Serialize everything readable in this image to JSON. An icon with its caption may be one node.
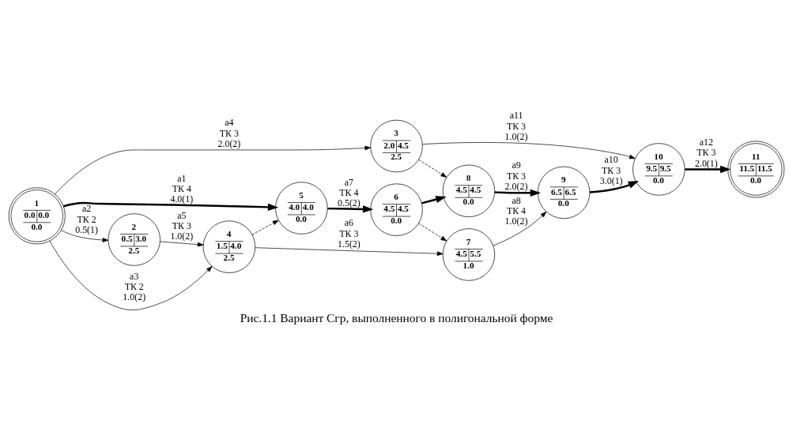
{
  "diagram": {
    "caption": "Рис.1.1 Вариант Сгр, выполненного в полигональной форме",
    "nodes": [
      {
        "text": [
          "1",
          "0.0",
          "0.0",
          "0.0"
        ]
      },
      {
        "text": [
          "2",
          "0.5",
          "3.0",
          "2.5"
        ]
      },
      {
        "text": [
          "3",
          "2.0",
          "4.5",
          "2.5"
        ]
      },
      {
        "text": [
          "4",
          "1.5",
          "4.0",
          "2.5"
        ]
      },
      {
        "text": [
          "5",
          "4.0",
          "4.0",
          "0.0"
        ]
      },
      {
        "text": [
          "6",
          "4.5",
          "4.5",
          "0.0"
        ]
      },
      {
        "text": [
          "7",
          "4.5",
          "5.5",
          "1.0"
        ]
      },
      {
        "text": [
          "8",
          "4.5",
          "4.5",
          "0.0"
        ]
      },
      {
        "text": [
          "9",
          "6.5",
          "6.5",
          "0.0"
        ]
      },
      {
        "text": [
          "10",
          "9.5",
          "9.5",
          "0.0"
        ]
      },
      {
        "text": [
          "11",
          "11.5",
          "11.5",
          "0.0"
        ]
      }
    ],
    "edges": [
      {
        "from": 0,
        "to": 1,
        "arrow": "to",
        "label": "a2 ТК 2 0.5(1)"
      },
      {
        "from": 0,
        "to": 3,
        "arrow": "to",
        "label": "a3 ТК 2 1.0(2)"
      },
      {
        "from": 0,
        "to": 4,
        "arrow": "to",
        "label": "a1 ТК 4 4.0(1)",
        "style": "thick"
      },
      {
        "from": 0,
        "to": 2,
        "arrow": "to",
        "label": "a4 ТК 3 2.0(2)"
      },
      {
        "from": 1,
        "to": 3,
        "arrow": "to",
        "label": "a5 ТК 3 1.0(2)"
      },
      {
        "from": 3,
        "to": 6,
        "arrow": "to",
        "label": "a6 ТК 3 1.5(2)"
      },
      {
        "from": 3,
        "to": 4,
        "arrow": "to",
        "style": "dashed"
      },
      {
        "from": 4,
        "to": 5,
        "arrow": "to",
        "label": "a7 ТК 4 0.5(2)",
        "style": "thick"
      },
      {
        "from": 5,
        "to": 6,
        "arrow": "to",
        "style": "dashed"
      },
      {
        "from": 5,
        "to": 7,
        "arrow": "to",
        "style": "thick"
      },
      {
        "from": 6,
        "to": 8,
        "arrow": "to",
        "label": "a8 ТК 4 1.0(2)"
      },
      {
        "from": 2,
        "to": 7,
        "arrow": "to",
        "style": "dashed"
      },
      {
        "from": 2,
        "to": 9,
        "arrow": "to",
        "label": "a11 ТК 3 1.0(2)"
      },
      {
        "from": 7,
        "to": 8,
        "arrow": "to",
        "label": "a9 ТК 3 2.0(2)",
        "style": "thick"
      },
      {
        "from": 8,
        "to": 9,
        "arrow": "to",
        "label": "a10 ТК 3 3.0(1)",
        "style": "thick"
      },
      {
        "from": 9,
        "to": 10,
        "arrow": "to",
        "label": "a12 ТК 3 2.0(1)",
        "style": "thick"
      }
    ]
  }
}
